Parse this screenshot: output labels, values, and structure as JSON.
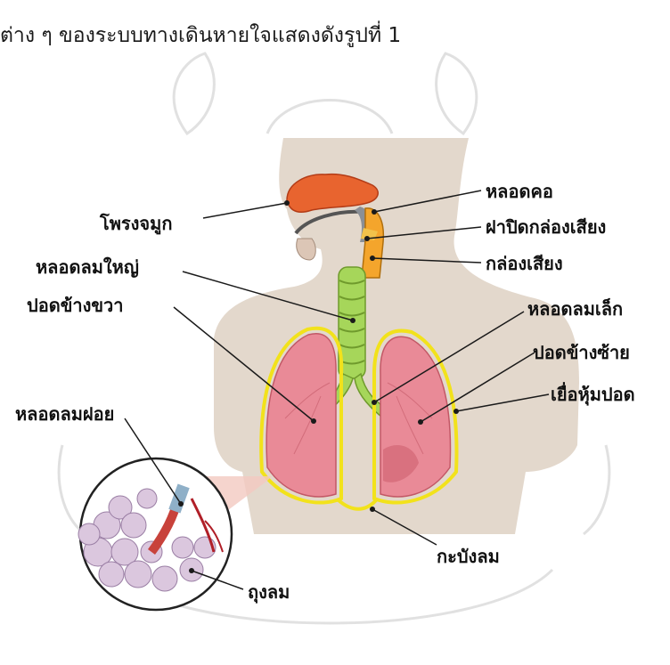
{
  "caption": "ต่าง ๆ ของระบบทางเดินหายใจแสดงดังรูปที่ 1",
  "labels": {
    "nasal_cavity": "โพรงจมูก",
    "pharynx": "หลอดคอ",
    "epiglottis": "ฝาปิดกล่องเสียง",
    "larynx": "กล่องเสียง",
    "trachea": "หลอดลมใหญ่",
    "right_lung": "ปอดข้างขวา",
    "bronchus": "หลอดลมเล็ก",
    "left_lung": "ปอดข้างซ้าย",
    "bronchiole": "หลอดลมฝอย",
    "pleura": "เยื่อหุ้มปอด",
    "diaphragm": "กะบังลม",
    "alveoli": "ถุงลม"
  },
  "colors": {
    "body": "#e3d8cc",
    "lung": "#e98a97",
    "pleura_outline": "#f2e21b",
    "trachea": "#a6d65a",
    "nasal": "#e8642f",
    "larynx": "#f4a52c",
    "alveoli": "#dbc7de"
  }
}
